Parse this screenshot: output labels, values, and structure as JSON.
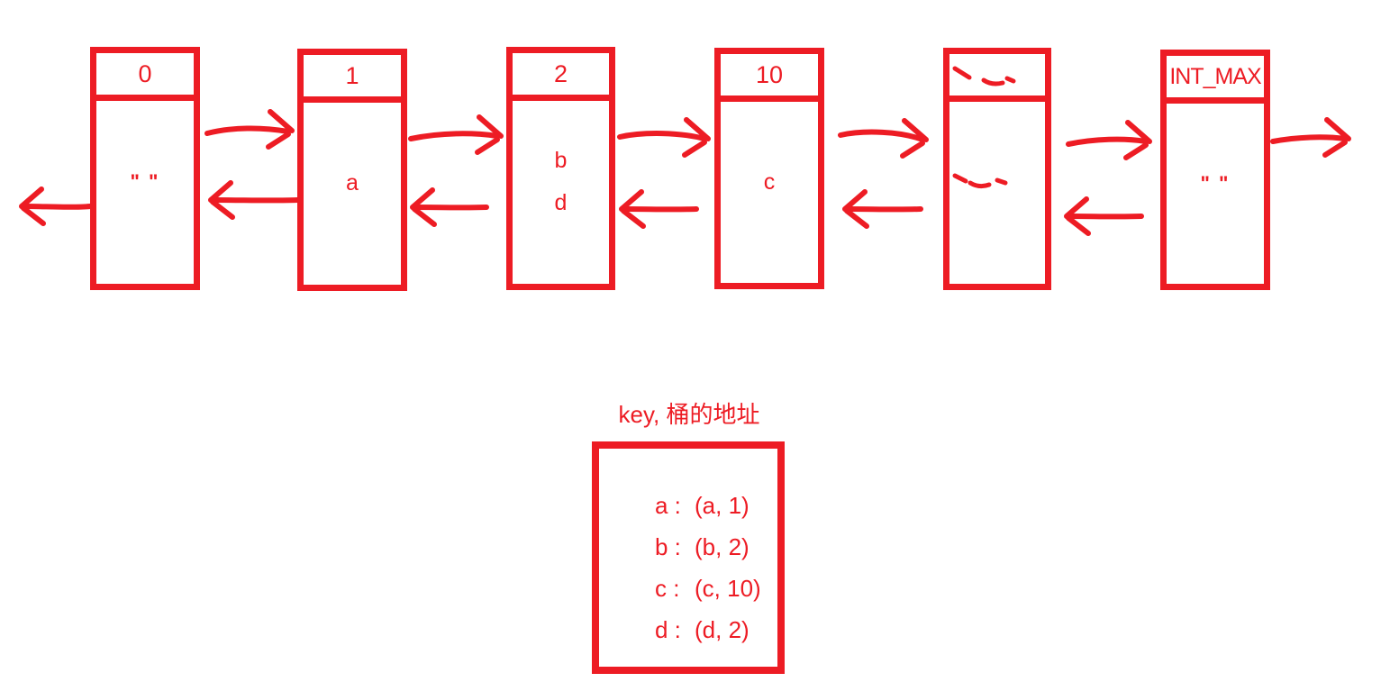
{
  "colors": {
    "ink": "#ed1c24",
    "background": "#ffffff"
  },
  "buckets": [
    {
      "header": "0",
      "lines": [
        "\" \""
      ]
    },
    {
      "header": "1",
      "lines": [
        "a"
      ]
    },
    {
      "header": "2",
      "lines": [
        "b",
        "d"
      ]
    },
    {
      "header": "10",
      "lines": [
        "c"
      ]
    },
    {
      "header": "",
      "lines": []
    },
    {
      "header": "INT_MAX",
      "lines": [
        "\" \""
      ]
    }
  ],
  "hash_map": {
    "title": "key, 桶的地址",
    "entries": [
      {
        "label": "a :",
        "value": "(a, 1)"
      },
      {
        "label": "b :",
        "value": "(b, 2)"
      },
      {
        "label": "c :",
        "value": "(c, 10)"
      },
      {
        "label": "d :",
        "value": "(d, 2)"
      }
    ]
  }
}
